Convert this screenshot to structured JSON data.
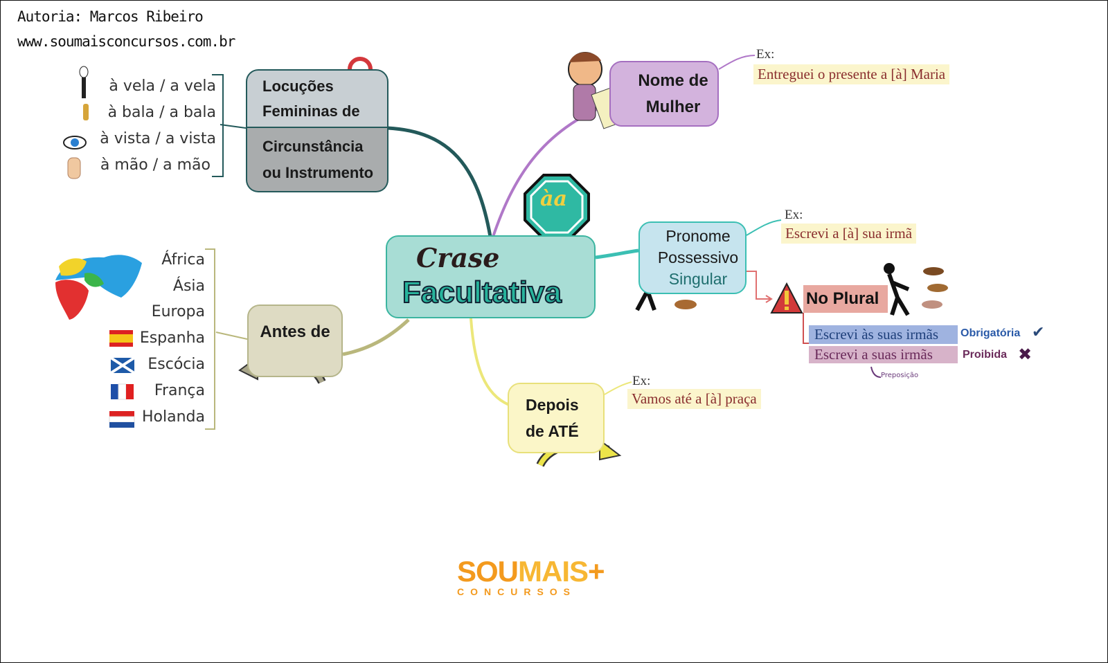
{
  "header": {
    "author": "Autoria: Marcos Ribeiro",
    "site": "www.soumaisconcursos.com.br"
  },
  "central": {
    "line1": "Crase",
    "line2": "Facultativa",
    "sign_text": "àa"
  },
  "locucoes": {
    "title_line1": "Locuções",
    "title_line2": "Femininas de",
    "title_line3": "Circunstância",
    "title_line4": "ou Instrumento",
    "items": [
      "à vela / a vela",
      "à bala / a bala",
      "à vista / a vista",
      "à mão / a mão"
    ]
  },
  "nome_mulher": {
    "line1": "Nome de",
    "line2": "Mulher",
    "ex_label": "Ex:",
    "example": "Entreguei o presente a [à] Maria"
  },
  "pronome": {
    "line1": "Pronome",
    "line2": "Possessivo",
    "line3": "Singular",
    "ex_label": "Ex:",
    "example": "Escrevi a [à] sua irmã",
    "plural": {
      "title": "No Plural",
      "rows": [
        {
          "text": "Escrevi às suas irmãs",
          "status": "Obrigatória",
          "mark": "✔"
        },
        {
          "text": "Escrevi a suas irmãs",
          "status": "Proibida",
          "mark": "✖"
        }
      ],
      "note": "Preposição"
    }
  },
  "antes_de": {
    "label": "Antes de",
    "items": [
      "África",
      "Ásia",
      "Europa",
      "Espanha",
      "Escócia",
      "França",
      "Holanda"
    ]
  },
  "depois_ate": {
    "line1": "Depois",
    "line2": "de ATÉ",
    "ex_label": "Ex:",
    "example": "Vamos até a [à] praça"
  },
  "logo": {
    "part1": "SOU",
    "part2": "MAIS",
    "sub": "CONCURSOS"
  },
  "colors": {
    "central": "#a8ddd5",
    "teal": "#27b49c",
    "purple": "#a56fc0",
    "example_text": "#8a2e2e",
    "logo": "#f39a1e"
  }
}
